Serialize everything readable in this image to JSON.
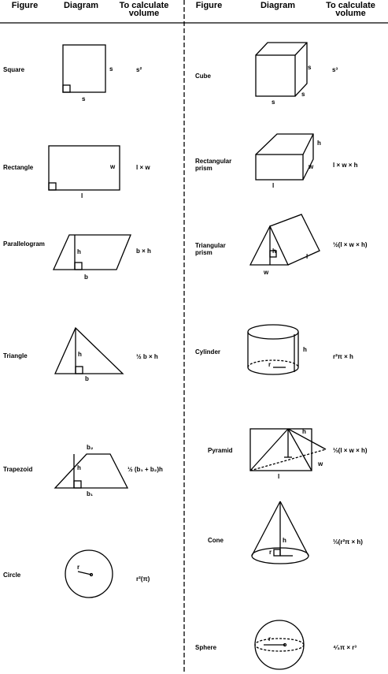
{
  "headers": {
    "figure": "Figure",
    "diagram": "Diagram",
    "calc_line1": "To calculate",
    "calc_line2": "volume"
  },
  "left": [
    {
      "figure": "Square",
      "formula": "s²",
      "labels": [
        "s",
        "s"
      ]
    },
    {
      "figure": "Rectangle",
      "formula": "l × w",
      "labels": [
        "w",
        "l"
      ]
    },
    {
      "figure": "Parallelogram",
      "formula": "b × h",
      "labels": [
        "h",
        "b"
      ]
    },
    {
      "figure": "Triangle",
      "formula": "½ b × h",
      "labels": [
        "h",
        "b"
      ]
    },
    {
      "figure": "Trapezoid",
      "formula": "½ (b₁ + b₂)h",
      "labels": [
        "b₂",
        "h",
        "b₁"
      ]
    },
    {
      "figure": "Circle",
      "formula": "r²(π)",
      "labels": [
        "r"
      ]
    }
  ],
  "right": [
    {
      "figure": "Cube",
      "formula": "s³",
      "labels": [
        "s",
        "s",
        "s"
      ]
    },
    {
      "figure_line1": "Rectangular",
      "figure_line2": "prism",
      "formula": "l × w × h",
      "labels": [
        "h",
        "w",
        "l"
      ]
    },
    {
      "figure_line1": "Triangular",
      "figure_line2": "prism",
      "formula": "½(l × w × h)",
      "labels": [
        "h",
        "l",
        "w"
      ]
    },
    {
      "figure": "Cylinder",
      "formula": "r²π × h",
      "labels": [
        "h",
        "r"
      ]
    },
    {
      "figure": "Pyramid",
      "formula": "⅓(l × w × h)",
      "labels": [
        "h",
        "w",
        "l"
      ]
    },
    {
      "figure": "Cone",
      "formula": "⅓(r²π × h)",
      "labels": [
        "h",
        "r"
      ]
    },
    {
      "figure": "Sphere",
      "formula": "⁴⁄₃π × r³",
      "labels": [
        "r"
      ]
    }
  ]
}
